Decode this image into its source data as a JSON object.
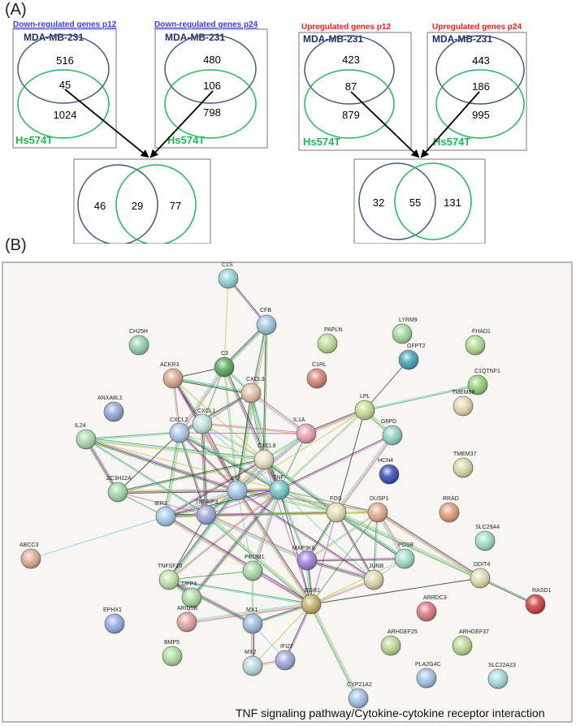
{
  "panel_a": {
    "label": "(A)",
    "top_boxes": [
      {
        "title": "Down-regulated genes p12",
        "title_color": "#3b3bff",
        "top_label": "MDA-MB-231",
        "bottom_label": "Hs574T",
        "top_only": "516",
        "overlap": "45",
        "bottom_only": "1024"
      },
      {
        "title": "Down-regulated genes p24",
        "title_color": "#3b3bff",
        "top_label": "MDA-MB-231",
        "bottom_label": "Hs574T",
        "top_only": "480",
        "overlap": "106",
        "bottom_only": "798"
      },
      {
        "title": "Upregulated genes p12",
        "title_color": "#ff1a1a",
        "top_label": "MDA-MB-231",
        "bottom_label": "Hs574T",
        "top_only": "423",
        "overlap": "87",
        "bottom_only": "879"
      },
      {
        "title": "Upregulated genes p24",
        "title_color": "#ff1a1a",
        "top_label": "MDA-MB-231",
        "bottom_label": "Hs574T",
        "top_only": "443",
        "overlap": "186",
        "bottom_only": "995"
      }
    ],
    "bottom_boxes": [
      {
        "left_only": "46",
        "overlap": "29",
        "right_only": "77"
      },
      {
        "left_only": "32",
        "overlap": "55",
        "right_only": "131"
      }
    ],
    "colors": {
      "circle_blue": "#3b5b86",
      "circle_green": "#1db954",
      "label_navy": "#1f2d6b",
      "label_green": "#1db954"
    }
  },
  "panel_b": {
    "label": "(B)",
    "caption": "TNF signaling pathway/Cytokine-cytokine receptor interaction",
    "nodes": [
      {
        "id": "C1S",
        "color": "#8fd0d6"
      },
      {
        "id": "CFB",
        "color": "#9bc3dd"
      },
      {
        "id": "CH25H",
        "color": "#8fd0a8"
      },
      {
        "id": "PAPLN",
        "color": "#b8dc8e"
      },
      {
        "id": "LYRM9",
        "color": "#9ed69a"
      },
      {
        "id": "FHAD1",
        "color": "#aed88f"
      },
      {
        "id": "GFPT2",
        "color": "#3f9fb5"
      },
      {
        "id": "ACKR3",
        "color": "#d9a28d"
      },
      {
        "id": "C3",
        "color": "#4fa85a"
      },
      {
        "id": "C1RL",
        "color": "#d67f6e"
      },
      {
        "id": "C1QTNF1",
        "color": "#8fcf73"
      },
      {
        "id": "CXCL3",
        "color": "#e0bd9e"
      },
      {
        "id": "ANXA8L1",
        "color": "#8fa3d8"
      },
      {
        "id": "LPL",
        "color": "#c2da8d"
      },
      {
        "id": "CXCL1",
        "color": "#c0e0d8"
      },
      {
        "id": "CXCL2",
        "color": "#a9c5e6"
      },
      {
        "id": "IL1A",
        "color": "#e29db2"
      },
      {
        "id": "G6PD",
        "color": "#8fd0c0"
      },
      {
        "id": "TMEM88",
        "color": "#e2d6a9"
      },
      {
        "id": "IL24",
        "color": "#a6d6a9"
      },
      {
        "id": "CXCL8",
        "color": "#e6e0c2"
      },
      {
        "id": "TMEM37",
        "color": "#d9d7a3"
      },
      {
        "id": "HCN4",
        "color": "#3347b5"
      },
      {
        "id": "ZC3H12A",
        "color": "#9ed6a0"
      },
      {
        "id": "IL6",
        "color": "#9cc6ea"
      },
      {
        "id": "TNF",
        "color": "#6cc2c8"
      },
      {
        "id": "RRAD",
        "color": "#df9a72"
      },
      {
        "id": "IER3",
        "color": "#9fc9e8"
      },
      {
        "id": "TNFAIP3",
        "color": "#9aa2da"
      },
      {
        "id": "FOS",
        "color": "#e4dcb1"
      },
      {
        "id": "DUSP1",
        "color": "#dfa98a"
      },
      {
        "id": "SLC29A4",
        "color": "#9cdcc0"
      },
      {
        "id": "ABCC3",
        "color": "#d9a98c"
      },
      {
        "id": "MAP3K8",
        "color": "#9f7ad9"
      },
      {
        "id": "FOSB",
        "color": "#9ddcc0"
      },
      {
        "id": "TNFSF10",
        "color": "#bfe0a6"
      },
      {
        "id": "PRDM1",
        "color": "#a7d69f"
      },
      {
        "id": "JUNB",
        "color": "#ddd4a8"
      },
      {
        "id": "DDIT4",
        "color": "#e0d9ad"
      },
      {
        "id": "DPP4",
        "color": "#a6d89a"
      },
      {
        "id": "RASD1",
        "color": "#cc3a3a"
      },
      {
        "id": "EGR1",
        "color": "#bfad5f"
      },
      {
        "id": "MX1",
        "color": "#9ab8dd"
      },
      {
        "id": "ARID5B",
        "color": "#df9f9a"
      },
      {
        "id": "ARRDC3",
        "color": "#d97575"
      },
      {
        "id": "EPHX1",
        "color": "#8fa8de"
      },
      {
        "id": "ARHGEF25",
        "color": "#b6d68f"
      },
      {
        "id": "ARHGEF37",
        "color": "#b6d98f"
      },
      {
        "id": "BMP5",
        "color": "#a8dc9c"
      },
      {
        "id": "MX2",
        "color": "#b5d8de"
      },
      {
        "id": "IFI27",
        "color": "#9aa8dc"
      },
      {
        "id": "PLA2G4C",
        "color": "#9ebfe6"
      },
      {
        "id": "SLC22A23",
        "color": "#9cded6"
      },
      {
        "id": "CYP21A2",
        "color": "#9dbce8"
      }
    ]
  }
}
